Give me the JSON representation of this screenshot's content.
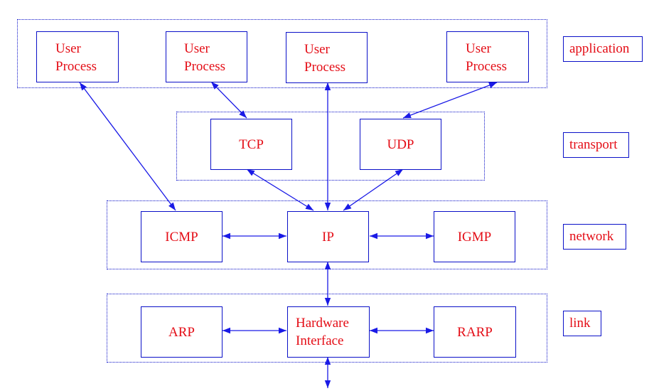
{
  "colors": {
    "box_border": "#0a10c8",
    "text": "#e40d16",
    "arrow": "#1a1ae6"
  },
  "application_layer": {
    "label": "application",
    "processes": [
      {
        "line1": "User",
        "line2": "Process"
      },
      {
        "line1": "User",
        "line2": "Process"
      },
      {
        "line1": "User",
        "line2": "Process"
      },
      {
        "line1": "User",
        "line2": "Process"
      }
    ]
  },
  "transport_layer": {
    "label": "transport",
    "tcp": "TCP",
    "udp": "UDP"
  },
  "network_layer": {
    "label": "network",
    "icmp": "ICMP",
    "ip": "IP",
    "igmp": "IGMP"
  },
  "link_layer": {
    "label": "link",
    "arp": "ARP",
    "hw_line1": "Hardware",
    "hw_line2": "Interface",
    "rarp": "RARP"
  }
}
